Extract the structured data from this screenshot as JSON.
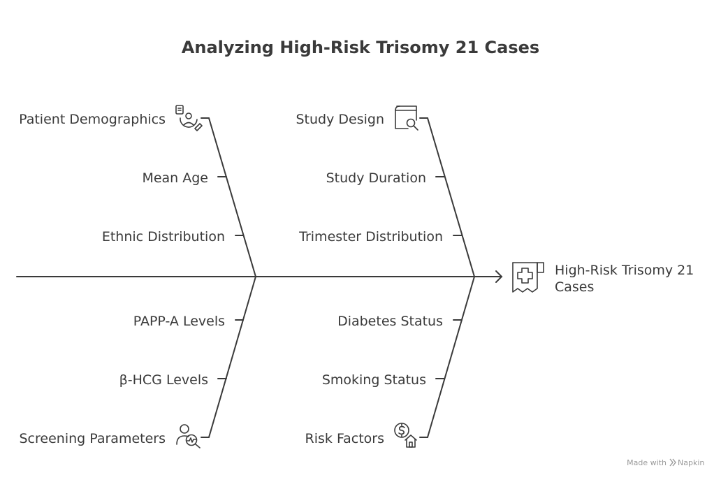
{
  "title": "Analyzing High-Risk Trisomy 21 Cases",
  "effect": {
    "label_line1": "High-Risk Trisomy 21",
    "label_line2": "Cases",
    "icon": "medical-report-icon"
  },
  "categories": {
    "patient_demographics": {
      "label": "Patient Demographics",
      "icon": "patient-profile-icon",
      "causes": [
        "Mean Age",
        "Ethnic Distribution"
      ]
    },
    "study_design": {
      "label": "Study Design",
      "icon": "book-search-icon",
      "causes": [
        "Study Duration",
        "Trimester Distribution"
      ]
    },
    "screening_parameters": {
      "label": "Screening Parameters",
      "icon": "person-chart-search-icon",
      "causes": [
        "β-HCG Levels",
        "PAPP-A Levels"
      ]
    },
    "risk_factors": {
      "label": "Risk Factors",
      "icon": "money-house-icon",
      "causes": [
        "Smoking Status",
        "Diabetes Status"
      ]
    }
  },
  "watermark": {
    "made_with": "Made with",
    "brand": "Napkin"
  }
}
